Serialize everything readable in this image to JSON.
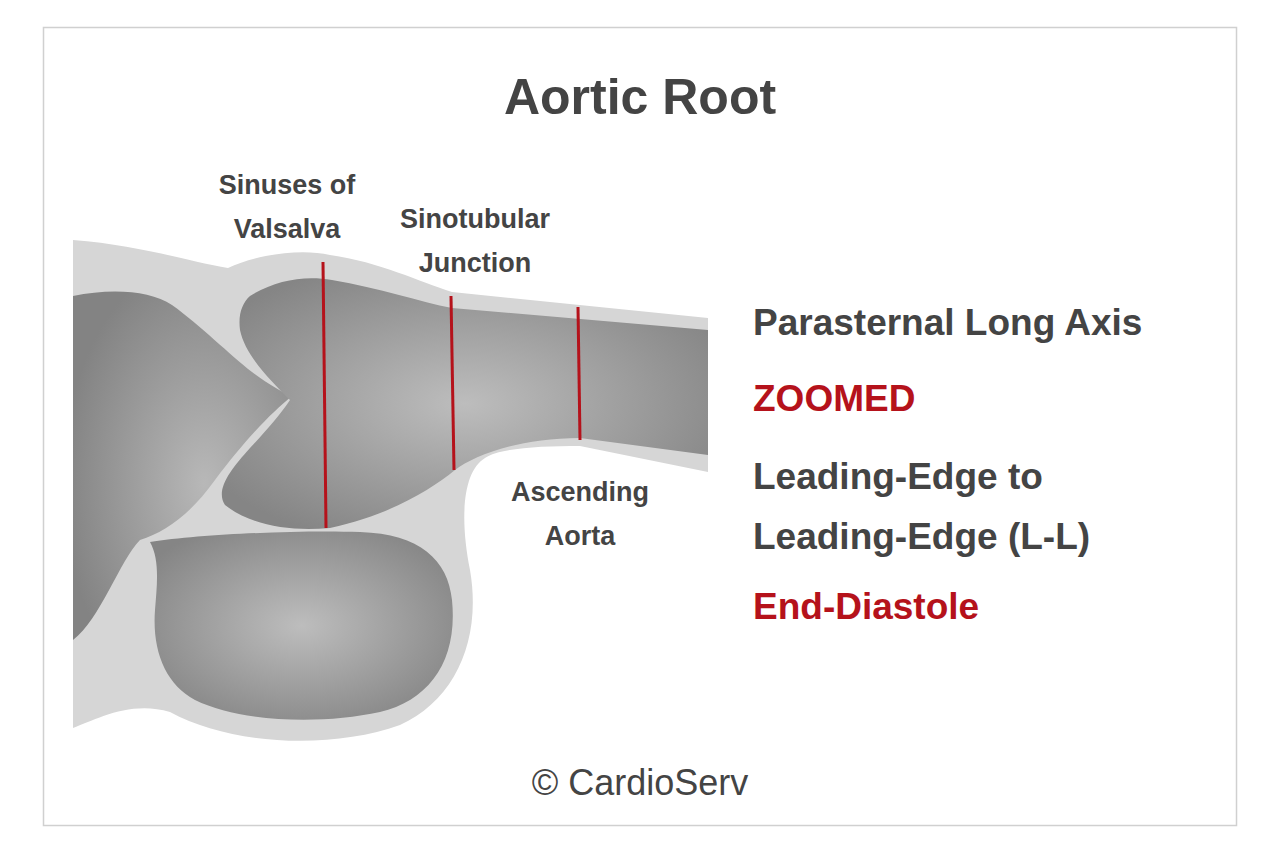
{
  "diagram": {
    "title": "Aortic Root",
    "labels": [
      "Sinuses of Valsalva",
      "Sinotubular Junction",
      "Ascending Aorta",
      "Parasternal Long Axis",
      "ZOOMED",
      "Leading-Edge to Leading-Edge (L-L)",
      "End-Diastole",
      "© CardioServ"
    ]
  }
}
